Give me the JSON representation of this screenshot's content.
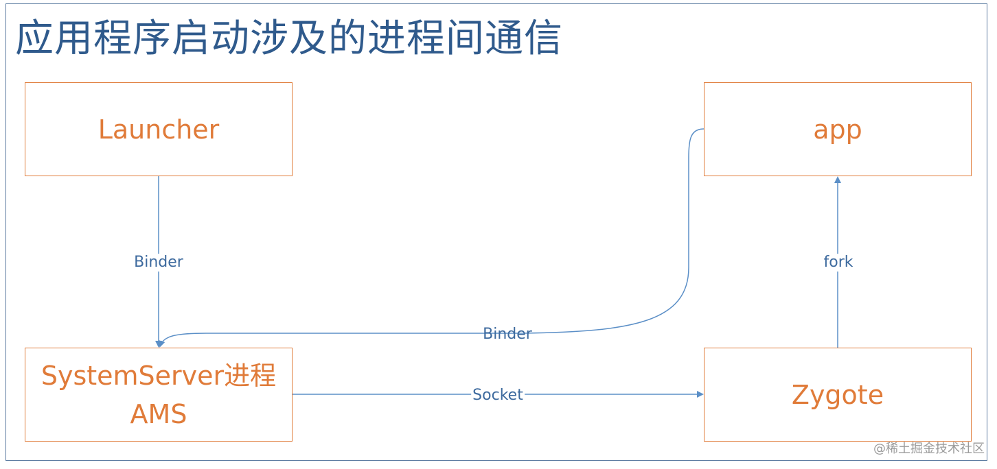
{
  "title": "应用程序启动涉及的进程间通信",
  "boxes": {
    "launcher": {
      "label": "Launcher"
    },
    "app": {
      "label": "app"
    },
    "ams": {
      "line1": "SystemServer进程",
      "line2": "AMS"
    },
    "zygote": {
      "label": "Zygote"
    }
  },
  "edges": {
    "launcher_to_ams": {
      "label": "Binder"
    },
    "app_to_ams": {
      "label": "Binder"
    },
    "ams_to_zygote": {
      "label": "Socket"
    },
    "zygote_to_app": {
      "label": "fork"
    }
  },
  "watermark": "@稀土掘金技术社区",
  "colors": {
    "title": "#2f5a8c",
    "box_border": "#e07b39",
    "box_text": "#e07b39",
    "edge": "#5b8fc7",
    "frame": "#5a7aa0"
  }
}
